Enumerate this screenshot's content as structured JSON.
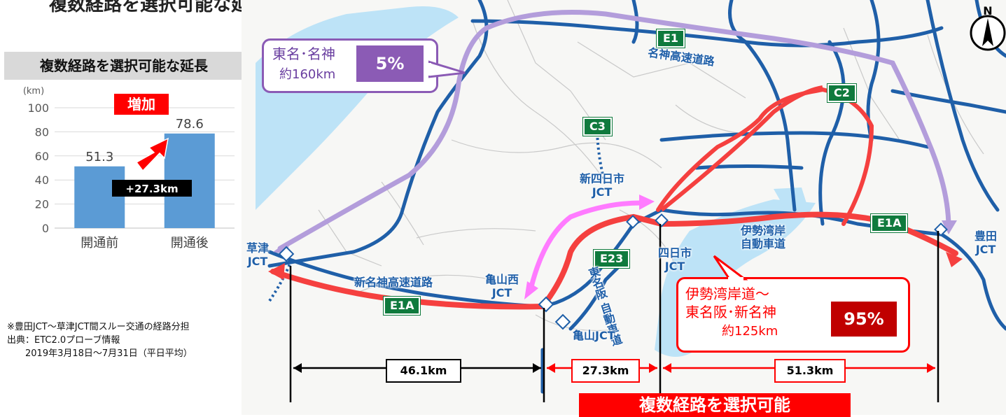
{
  "page_heading": "複数経路を選択可能な延長の増加",
  "left_panel": {
    "title": "複数経路を選択可能な延長",
    "increase_label": "増加",
    "difference_label": "+27.3km",
    "notes": [
      "※豊田JCT～草津JCT間スルー交通の経路分担",
      "出典：ETC2.0プローブ情報",
      "　　2019年3月18日～7月31日（平日平均）"
    ]
  },
  "chart_data": {
    "type": "bar",
    "categories": [
      "開通前",
      "開通後"
    ],
    "values": [
      51.3,
      78.6
    ],
    "ylabel": "(km)",
    "ylim": [
      0,
      100
    ],
    "yticks": [
      0,
      20,
      40,
      60,
      80,
      100
    ],
    "grid": true,
    "bar_color": "#5b9bd5",
    "data_labels": [
      "51.3",
      "78.6"
    ]
  },
  "map": {
    "north_label": "N",
    "route_shields": [
      "E1",
      "C2",
      "C3",
      "E1A",
      "E23",
      "E1A"
    ],
    "labels": {
      "meishin": "名神高速道路",
      "shin_meishin": "新名神高速道路",
      "isewan": [
        "伊勢湾岸",
        "自動車道"
      ],
      "higashi_meihan": [
        "東名阪",
        "自動車道"
      ],
      "shin_yokkaichi": [
        "新四日市",
        "JCT"
      ],
      "kusatsu": [
        "草津",
        "JCT"
      ],
      "kameyama_nishi": [
        "亀山西",
        "JCT"
      ],
      "yokkaichi": [
        "四日市",
        "JCT"
      ],
      "toyota": [
        "豊田",
        "JCT"
      ],
      "kameyama": "亀山JCT"
    },
    "callout_purple": {
      "line1": "東名･名神",
      "line2": "約160km",
      "percent": "5%"
    },
    "callout_red": {
      "line1": "伊勢湾岸道～",
      "line2": "東名阪･新名神",
      "line3": "約125km",
      "percent": "95%"
    },
    "distances": [
      "46.1km",
      "27.3km",
      "51.3km"
    ],
    "bottom_banner": "複数経路を選択可能"
  },
  "colors": {
    "expressway": "#1f5fa8",
    "route_red": "#f5403f",
    "route_purple": "#b39ddb",
    "route_pink": "#ff7bff",
    "water": "#bde3f7",
    "shield_green": "#0f7a3d",
    "percent_purple": "#8b5bb5",
    "percent_red": "#c00000"
  }
}
